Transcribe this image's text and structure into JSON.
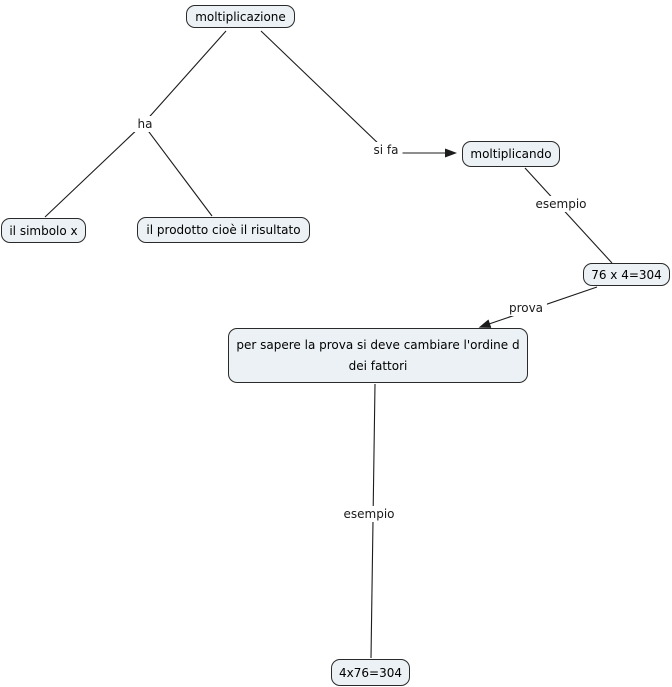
{
  "diagram": {
    "type": "concept-map",
    "topic": "moltiplicazione",
    "nodes": {
      "root": {
        "label": "moltiplicazione"
      },
      "simbolo": {
        "label": "il simbolo x"
      },
      "prodotto": {
        "label": "il prodotto cioè il risultato"
      },
      "moltiplicando": {
        "label": "moltiplicando"
      },
      "esempio_prodotto": {
        "label": "76 x 4=304"
      },
      "prova": {
        "line1": "per sapere la prova si deve cambiare l'ordine d",
        "line2": "dei fattori"
      },
      "esempio_prova": {
        "label": "4x76=304"
      }
    },
    "links": {
      "ha": {
        "label": "ha"
      },
      "si_fa": {
        "label": "si fa"
      },
      "esempio1": {
        "label": "esempio"
      },
      "prova": {
        "label": "prova"
      },
      "esempio2": {
        "label": "esempio"
      }
    }
  },
  "colors": {
    "background": "#ffffff",
    "node_fill": "#ebf1f4",
    "node_border": "#2a2a2a",
    "connector": "#1c1c1c",
    "text": "#000000"
  }
}
